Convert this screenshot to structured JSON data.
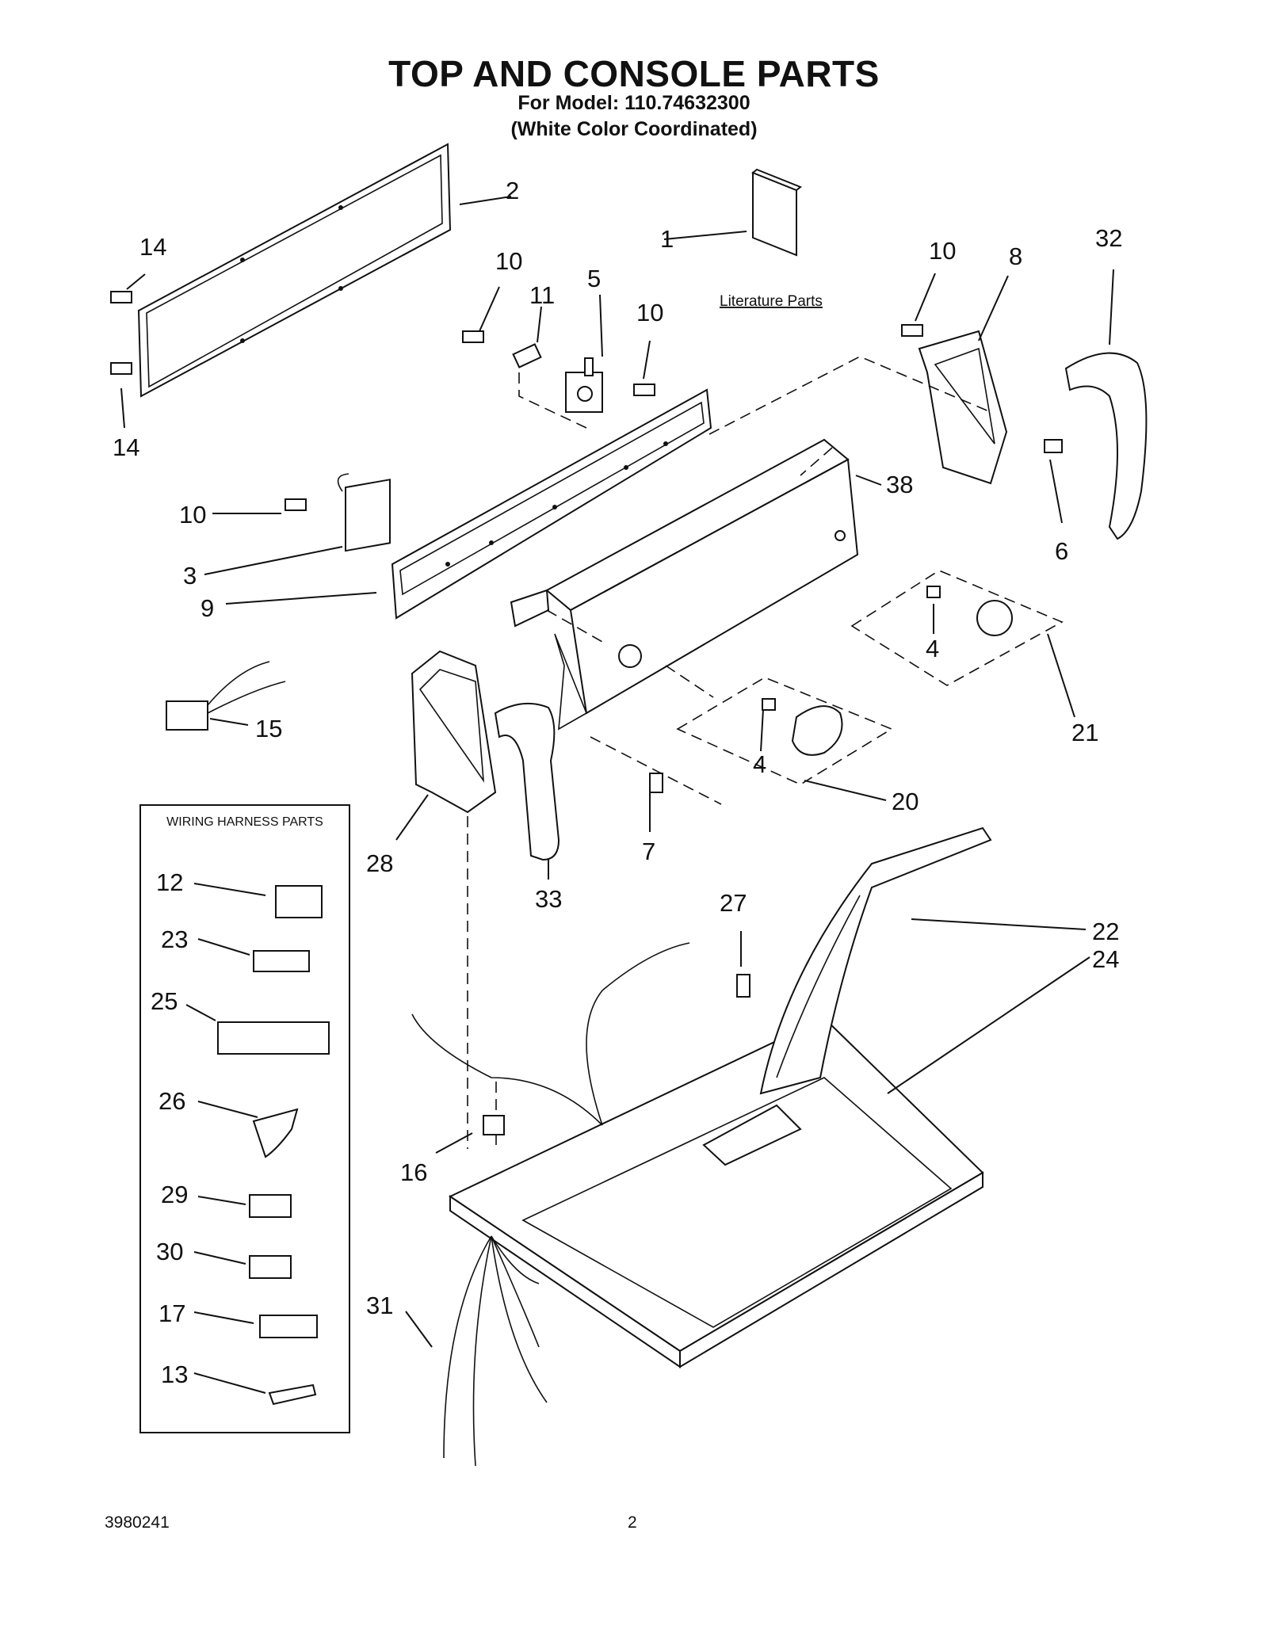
{
  "header": {
    "title": "TOP AND CONSOLE PARTS",
    "model_line": "For Model: 110.74632300",
    "color_line": "(White Color Coordinated)"
  },
  "literature_label": "Literature Parts",
  "harness_box": {
    "title": "WIRING HARNESS PARTS"
  },
  "callouts": {
    "c1": "1",
    "c2": "2",
    "c3": "3",
    "c4a": "4",
    "c4b": "4",
    "c5": "5",
    "c6": "6",
    "c7": "7",
    "c8": "8",
    "c9": "9",
    "c10a": "10",
    "c10b": "10",
    "c10c": "10",
    "c10d": "10",
    "c11": "11",
    "c12": "12",
    "c13": "13",
    "c14a": "14",
    "c14b": "14",
    "c15": "15",
    "c16": "16",
    "c17": "17",
    "c20": "20",
    "c21": "21",
    "c22": "22",
    "c23": "23",
    "c24": "24",
    "c25": "25",
    "c26": "26",
    "c27": "27",
    "c28": "28",
    "c29": "29",
    "c30": "30",
    "c31": "31",
    "c32": "32",
    "c33": "33",
    "c38": "38"
  },
  "footer": {
    "doc_number": "3980241",
    "page_number": "2"
  }
}
